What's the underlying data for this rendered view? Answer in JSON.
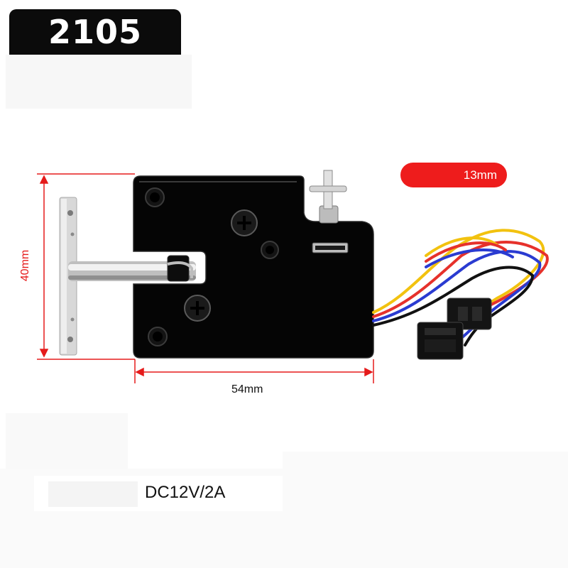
{
  "badge": {
    "model": "2105"
  },
  "pill": {
    "label": "13mm"
  },
  "dimensions": {
    "height": "40mm",
    "width": "54mm"
  },
  "spec": {
    "voltage": "DC12V/2A"
  },
  "colors": {
    "badge_bg": "#0b0b0b",
    "pill_bg": "#ee1c1c",
    "dimension_line": "#e51b1b",
    "lock_body": "#050505",
    "wire_colors": [
      "#f2c20f",
      "#e6312b",
      "#2a3bd1",
      "#111111"
    ]
  },
  "icons": {
    "lock": "electric-cabinet-lock",
    "screw": "phillips-screw-icon",
    "connector": "wire-connector-icon"
  }
}
